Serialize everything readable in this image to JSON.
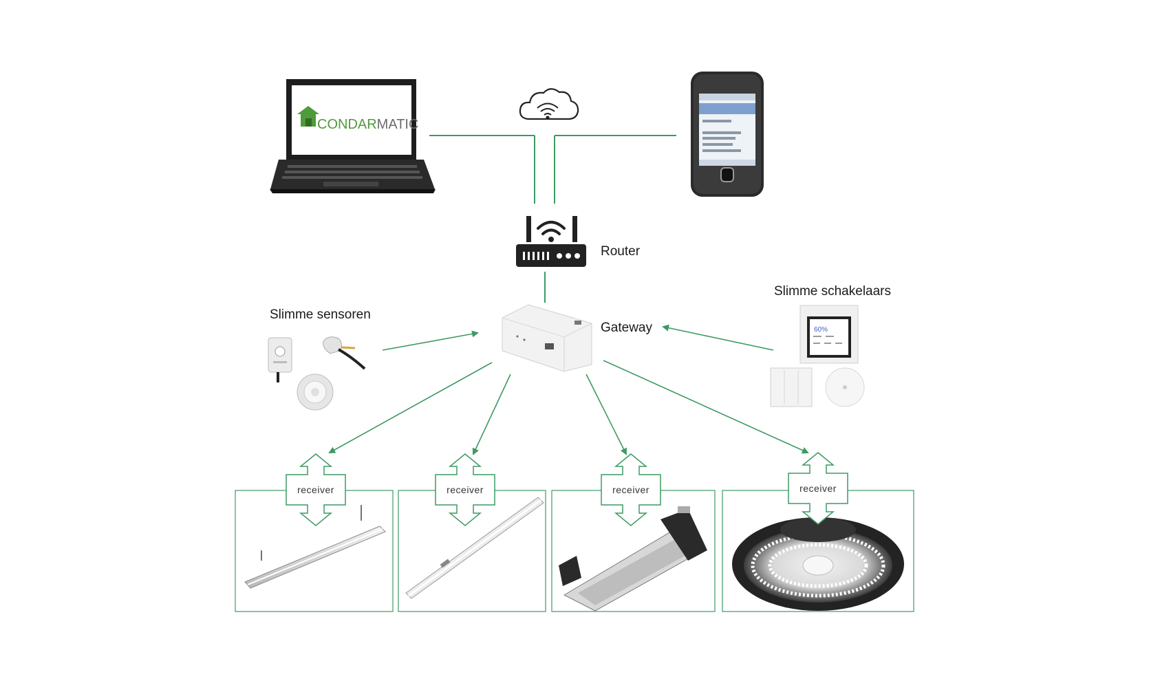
{
  "labels": {
    "router": "Router",
    "gateway": "Gateway",
    "sensors": "Slimme sensoren",
    "switches": "Slimme schakelaars"
  },
  "laptop": {
    "logo_part1": "CONDAR",
    "logo_part2": "MATIC"
  },
  "receivers": [
    {
      "label": "receiver"
    },
    {
      "label": "receiver"
    },
    {
      "label": "receiver"
    },
    {
      "label": "receiver"
    }
  ],
  "switch_panel": {
    "percent": "60%"
  },
  "colors": {
    "line": "#3c9a63",
    "logo_green": "#4f9b3a",
    "logo_gray": "#6c6c6c",
    "device_dark": "#222222"
  }
}
